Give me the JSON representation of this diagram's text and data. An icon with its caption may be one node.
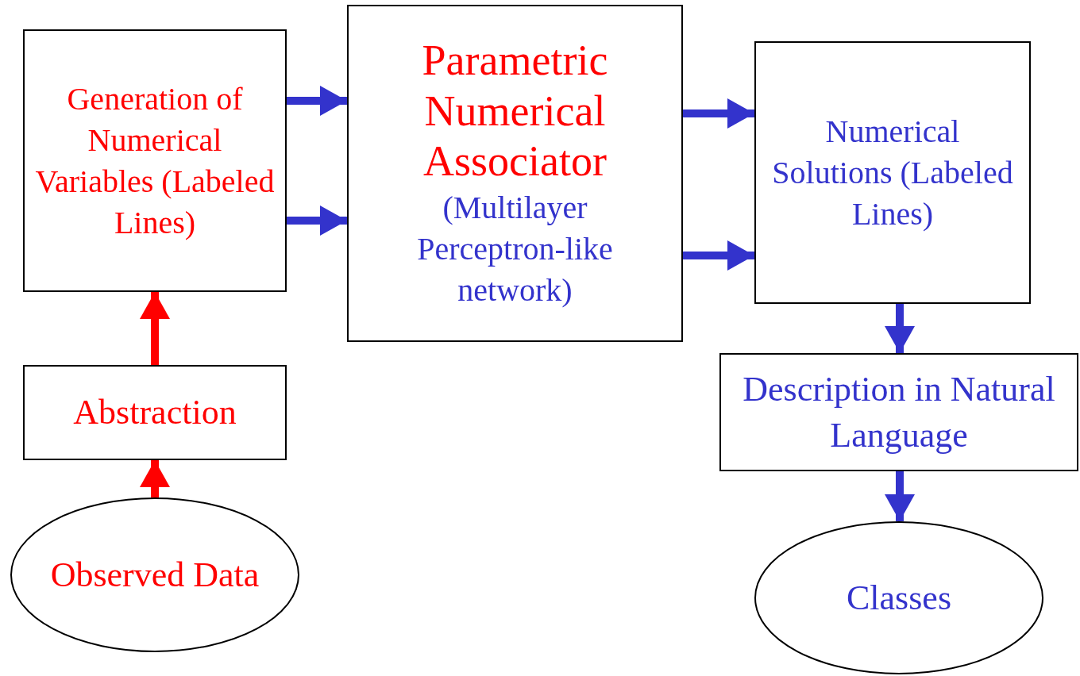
{
  "diagram": {
    "nodes": [
      {
        "text": [
          "Generation of Numerical Variables (Labeled Lines)"
        ]
      },
      {
        "text": [
          "Parametric Numerical Associator",
          "(Multilayer Perceptron-like network)"
        ]
      },
      {
        "text": [
          "Numerical Solutions (Labeled Lines)"
        ]
      },
      {
        "text": [
          "Abstraction"
        ]
      },
      {
        "text": [
          "Description in Natural Language"
        ]
      },
      {
        "text": [
          "Observed Data"
        ]
      },
      {
        "text": [
          "Classes"
        ]
      }
    ],
    "edges": [
      {
        "from": 5,
        "to": 3,
        "arrow": "to",
        "color": "#ff0000"
      },
      {
        "from": 3,
        "to": 0,
        "arrow": "to",
        "color": "#ff0000"
      },
      {
        "from": 0,
        "to": 1,
        "arrow": "to"
      },
      {
        "from": 0,
        "to": 1,
        "arrow": "to"
      },
      {
        "from": 1,
        "to": 2,
        "arrow": "to"
      },
      {
        "from": 1,
        "to": 2,
        "arrow": "to"
      },
      {
        "from": 2,
        "to": 4,
        "arrow": "to"
      },
      {
        "from": 4,
        "to": 6,
        "arrow": "to"
      }
    ]
  }
}
